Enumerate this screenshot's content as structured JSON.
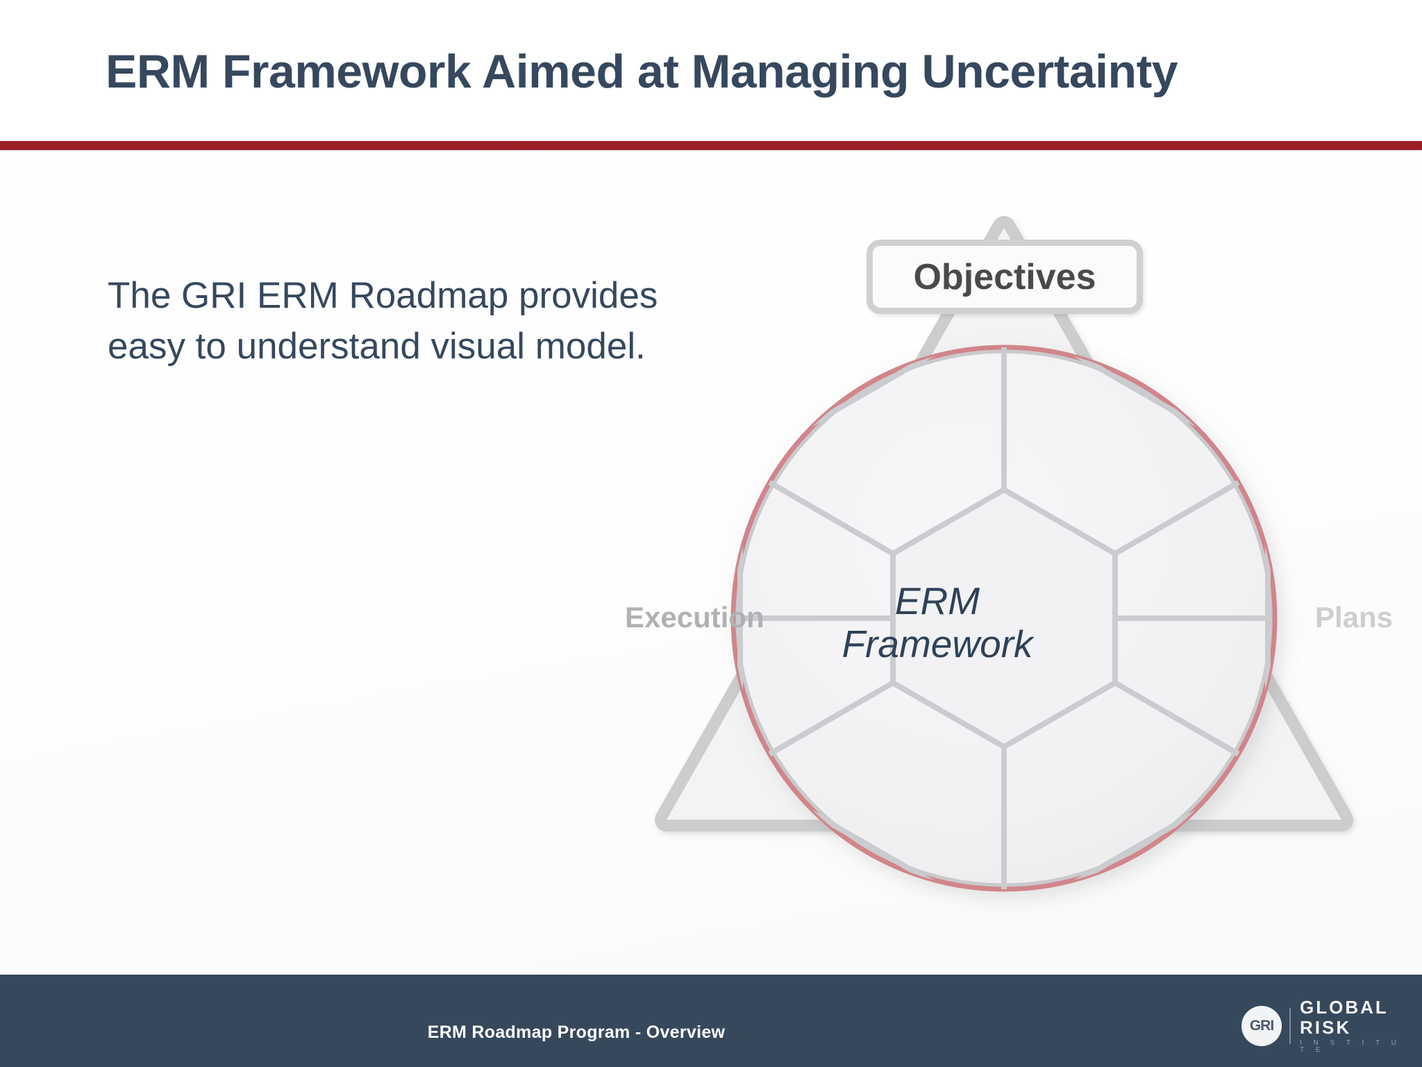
{
  "slide": {
    "title": "ERM Framework Aimed at Managing Uncertainty",
    "body_text": "The GRI ERM Roadmap provides easy to understand visual model.",
    "accent_rule_color": "#9C1F26",
    "title_color": "#36485E",
    "background_color": "#FFFFFF"
  },
  "diagram": {
    "type": "triangle-with-hex-wheel",
    "triangle": {
      "stroke_color": "#C9CACC",
      "fill_color": "#F4F4F5",
      "corners": [
        {
          "position": "top",
          "label": "Objectives",
          "label_color": "#4A4A4C"
        },
        {
          "position": "bottom-left",
          "label": "Execution",
          "label_color": "#B0B1B4"
        },
        {
          "position": "bottom-right",
          "label": "Plans",
          "label_color": "#CDCED0"
        }
      ]
    },
    "circle": {
      "ring_color": "#D98C91",
      "inner_ring_color": "#C9CACC",
      "fill_color": "#F1F1F3",
      "segment_line_color": "#C9CACC",
      "segment_count": 6
    },
    "center_hexagon": {
      "line1": "ERM",
      "line2": "Framework",
      "text_color": "#2E4258"
    }
  },
  "footer": {
    "bar_color": "#36485C",
    "text": "ERM Roadmap Program  - Overview",
    "text_color": "#FFFFFF",
    "logo": {
      "mark": "GRI",
      "word1": "GLOBAL",
      "word2": "RISK",
      "word3": "I N S T I T U T E"
    }
  }
}
